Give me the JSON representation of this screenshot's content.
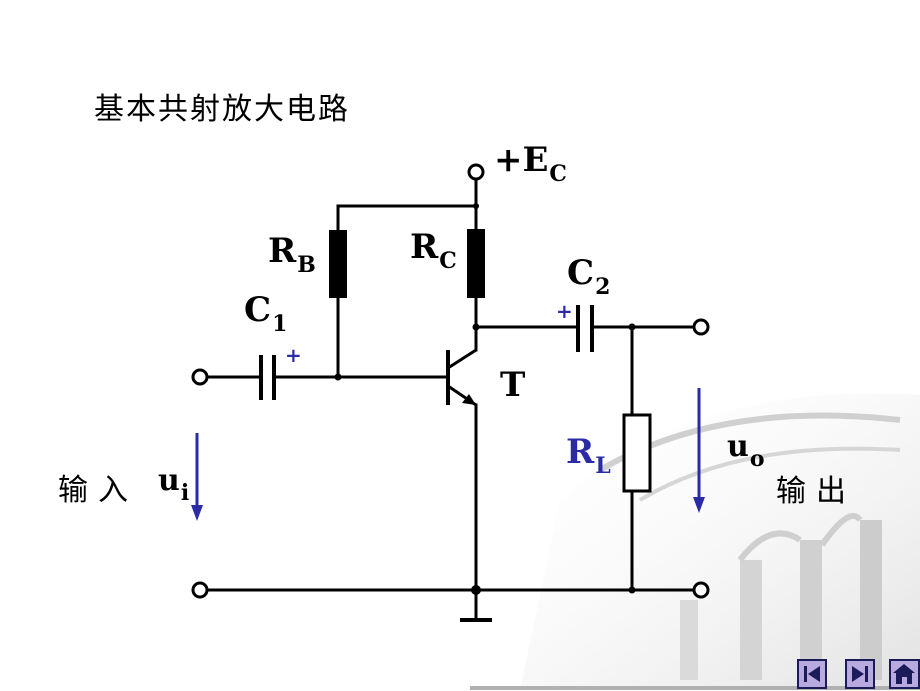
{
  "title": "基本共射放大电路",
  "supply_label": "+E",
  "supply_sub": "C",
  "rb_label": "R",
  "rb_sub": "B",
  "rc_label": "R",
  "rc_sub": "C",
  "c1_label": "C",
  "c1_sub": "1",
  "c2_label": "C",
  "c2_sub": "2",
  "transistor_label": "T",
  "rl_label": "R",
  "rl_sub": "L",
  "input_label": "输入",
  "ui_label": "u",
  "ui_sub": "i",
  "uo_label": "u",
  "uo_sub": "o",
  "output_label": "输出",
  "plus_sign": "+",
  "colors": {
    "accent": "#2b2ba8",
    "line": "#000000",
    "nav": "#b8a9df"
  },
  "nav": {
    "icons": [
      "first-page-icon",
      "next-page-icon",
      "home-icon"
    ]
  }
}
